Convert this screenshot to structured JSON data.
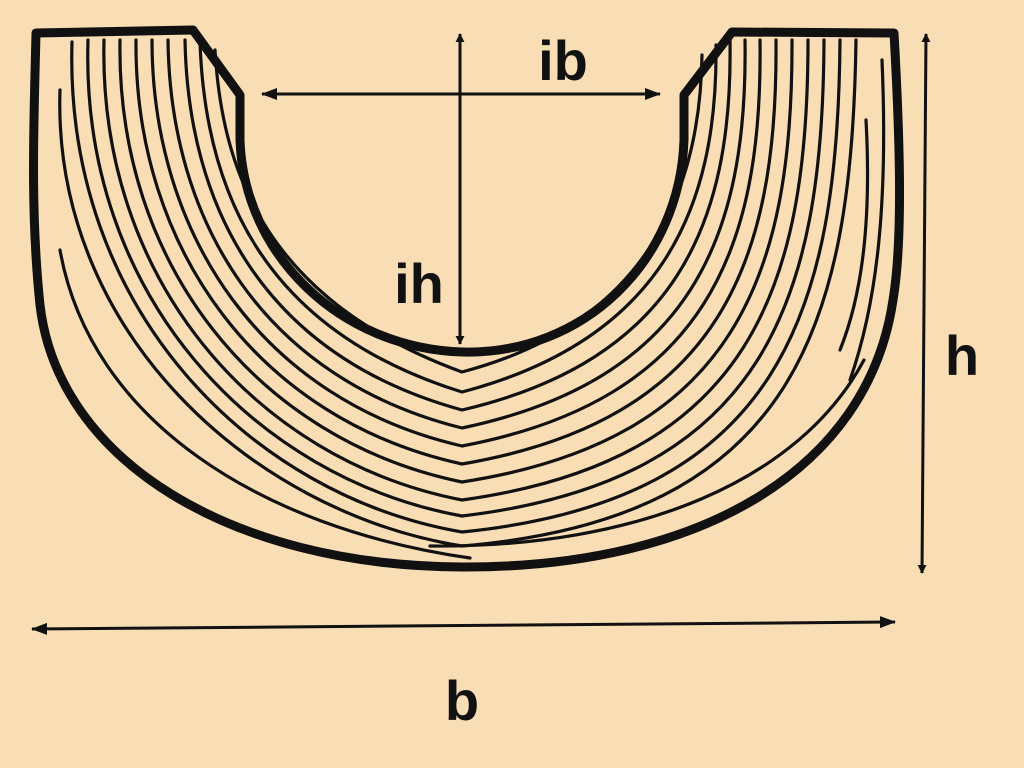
{
  "colors": {
    "background": "#f9deb5",
    "ink": "#111111",
    "fill": "#f9deb5"
  },
  "labels": {
    "inner_width": "ib",
    "inner_height": "ih",
    "outer_height": "h",
    "outer_width": "b"
  }
}
